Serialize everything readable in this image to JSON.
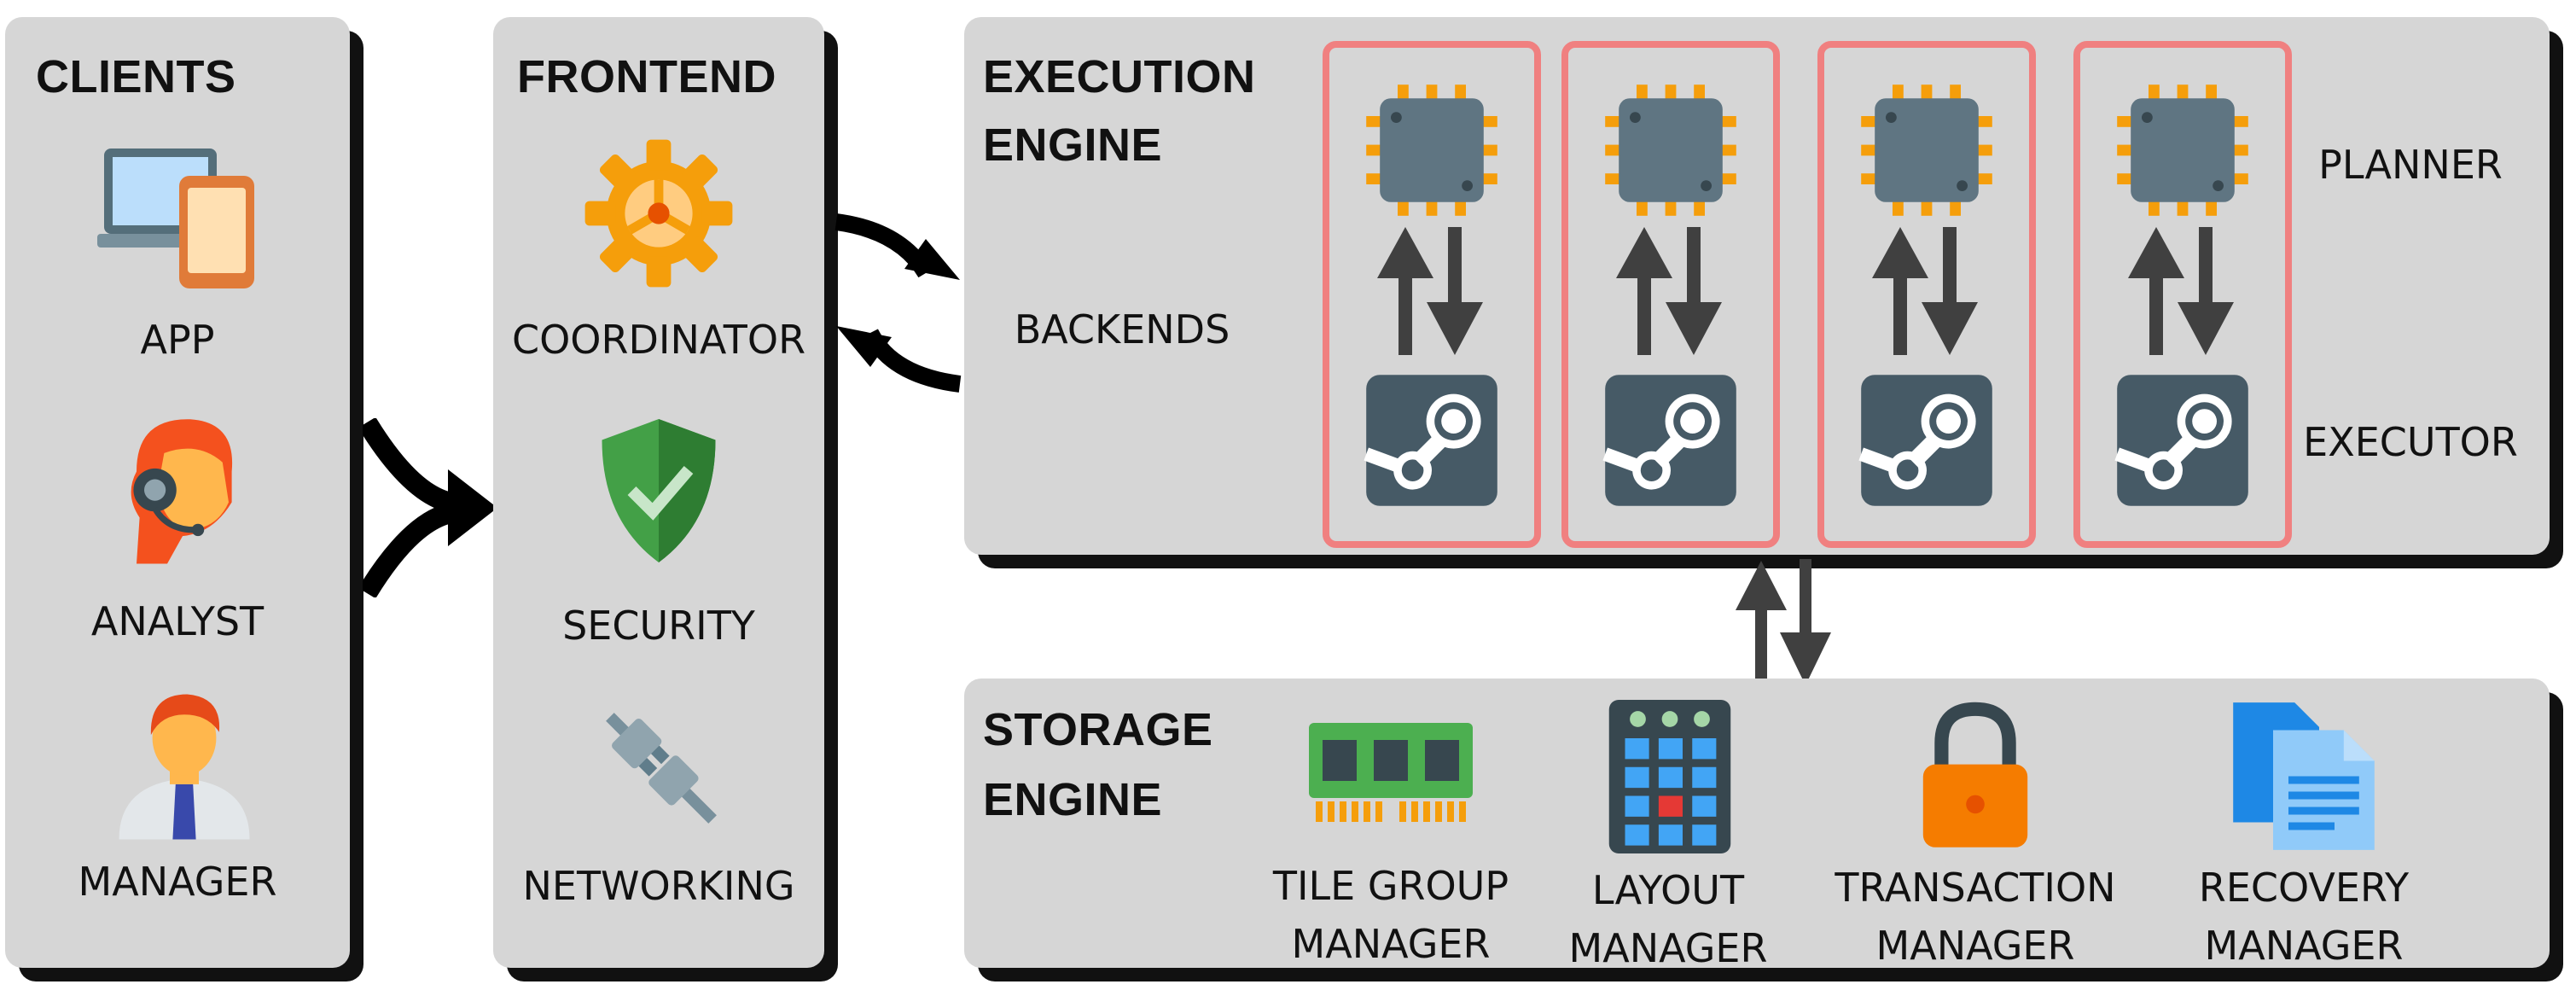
{
  "clients": {
    "title": "CLIENTS",
    "items": [
      {
        "label": "APP",
        "icon": "app-devices-icon"
      },
      {
        "label": "ANALYST",
        "icon": "analyst-headset-icon"
      },
      {
        "label": "MANAGER",
        "icon": "manager-person-icon"
      }
    ]
  },
  "frontend": {
    "title": "FRONTEND",
    "items": [
      {
        "label": "COORDINATOR",
        "icon": "gear-icon"
      },
      {
        "label": "SECURITY",
        "icon": "shield-check-icon"
      },
      {
        "label": "NETWORKING",
        "icon": "plug-icon"
      }
    ]
  },
  "execution": {
    "title_line1": "EXECUTION",
    "title_line2": "ENGINE",
    "backends_label": "BACKENDS",
    "planner_label": "PLANNER",
    "executor_label": "EXECUTOR",
    "backend_count": 4
  },
  "storage": {
    "title_line1": "STORAGE",
    "title_line2": "ENGINE",
    "items": [
      {
        "line1": "TILE GROUP",
        "line2": "MANAGER",
        "icon": "memory-module-icon"
      },
      {
        "line1": "LAYOUT",
        "line2": "MANAGER",
        "icon": "keypad-icon"
      },
      {
        "line1": "TRANSACTION",
        "line2": "MANAGER",
        "icon": "lock-icon"
      },
      {
        "line1": "RECOVERY",
        "line2": "MANAGER",
        "icon": "documents-icon"
      }
    ]
  },
  "colors": {
    "panel": "#d6d6d6",
    "shadow": "#111111",
    "backend_border": "#f08080",
    "chip": "#5f7582",
    "chip_pins": "#f59e0b",
    "executor_tile": "#465a66",
    "arrow": "#404040"
  }
}
